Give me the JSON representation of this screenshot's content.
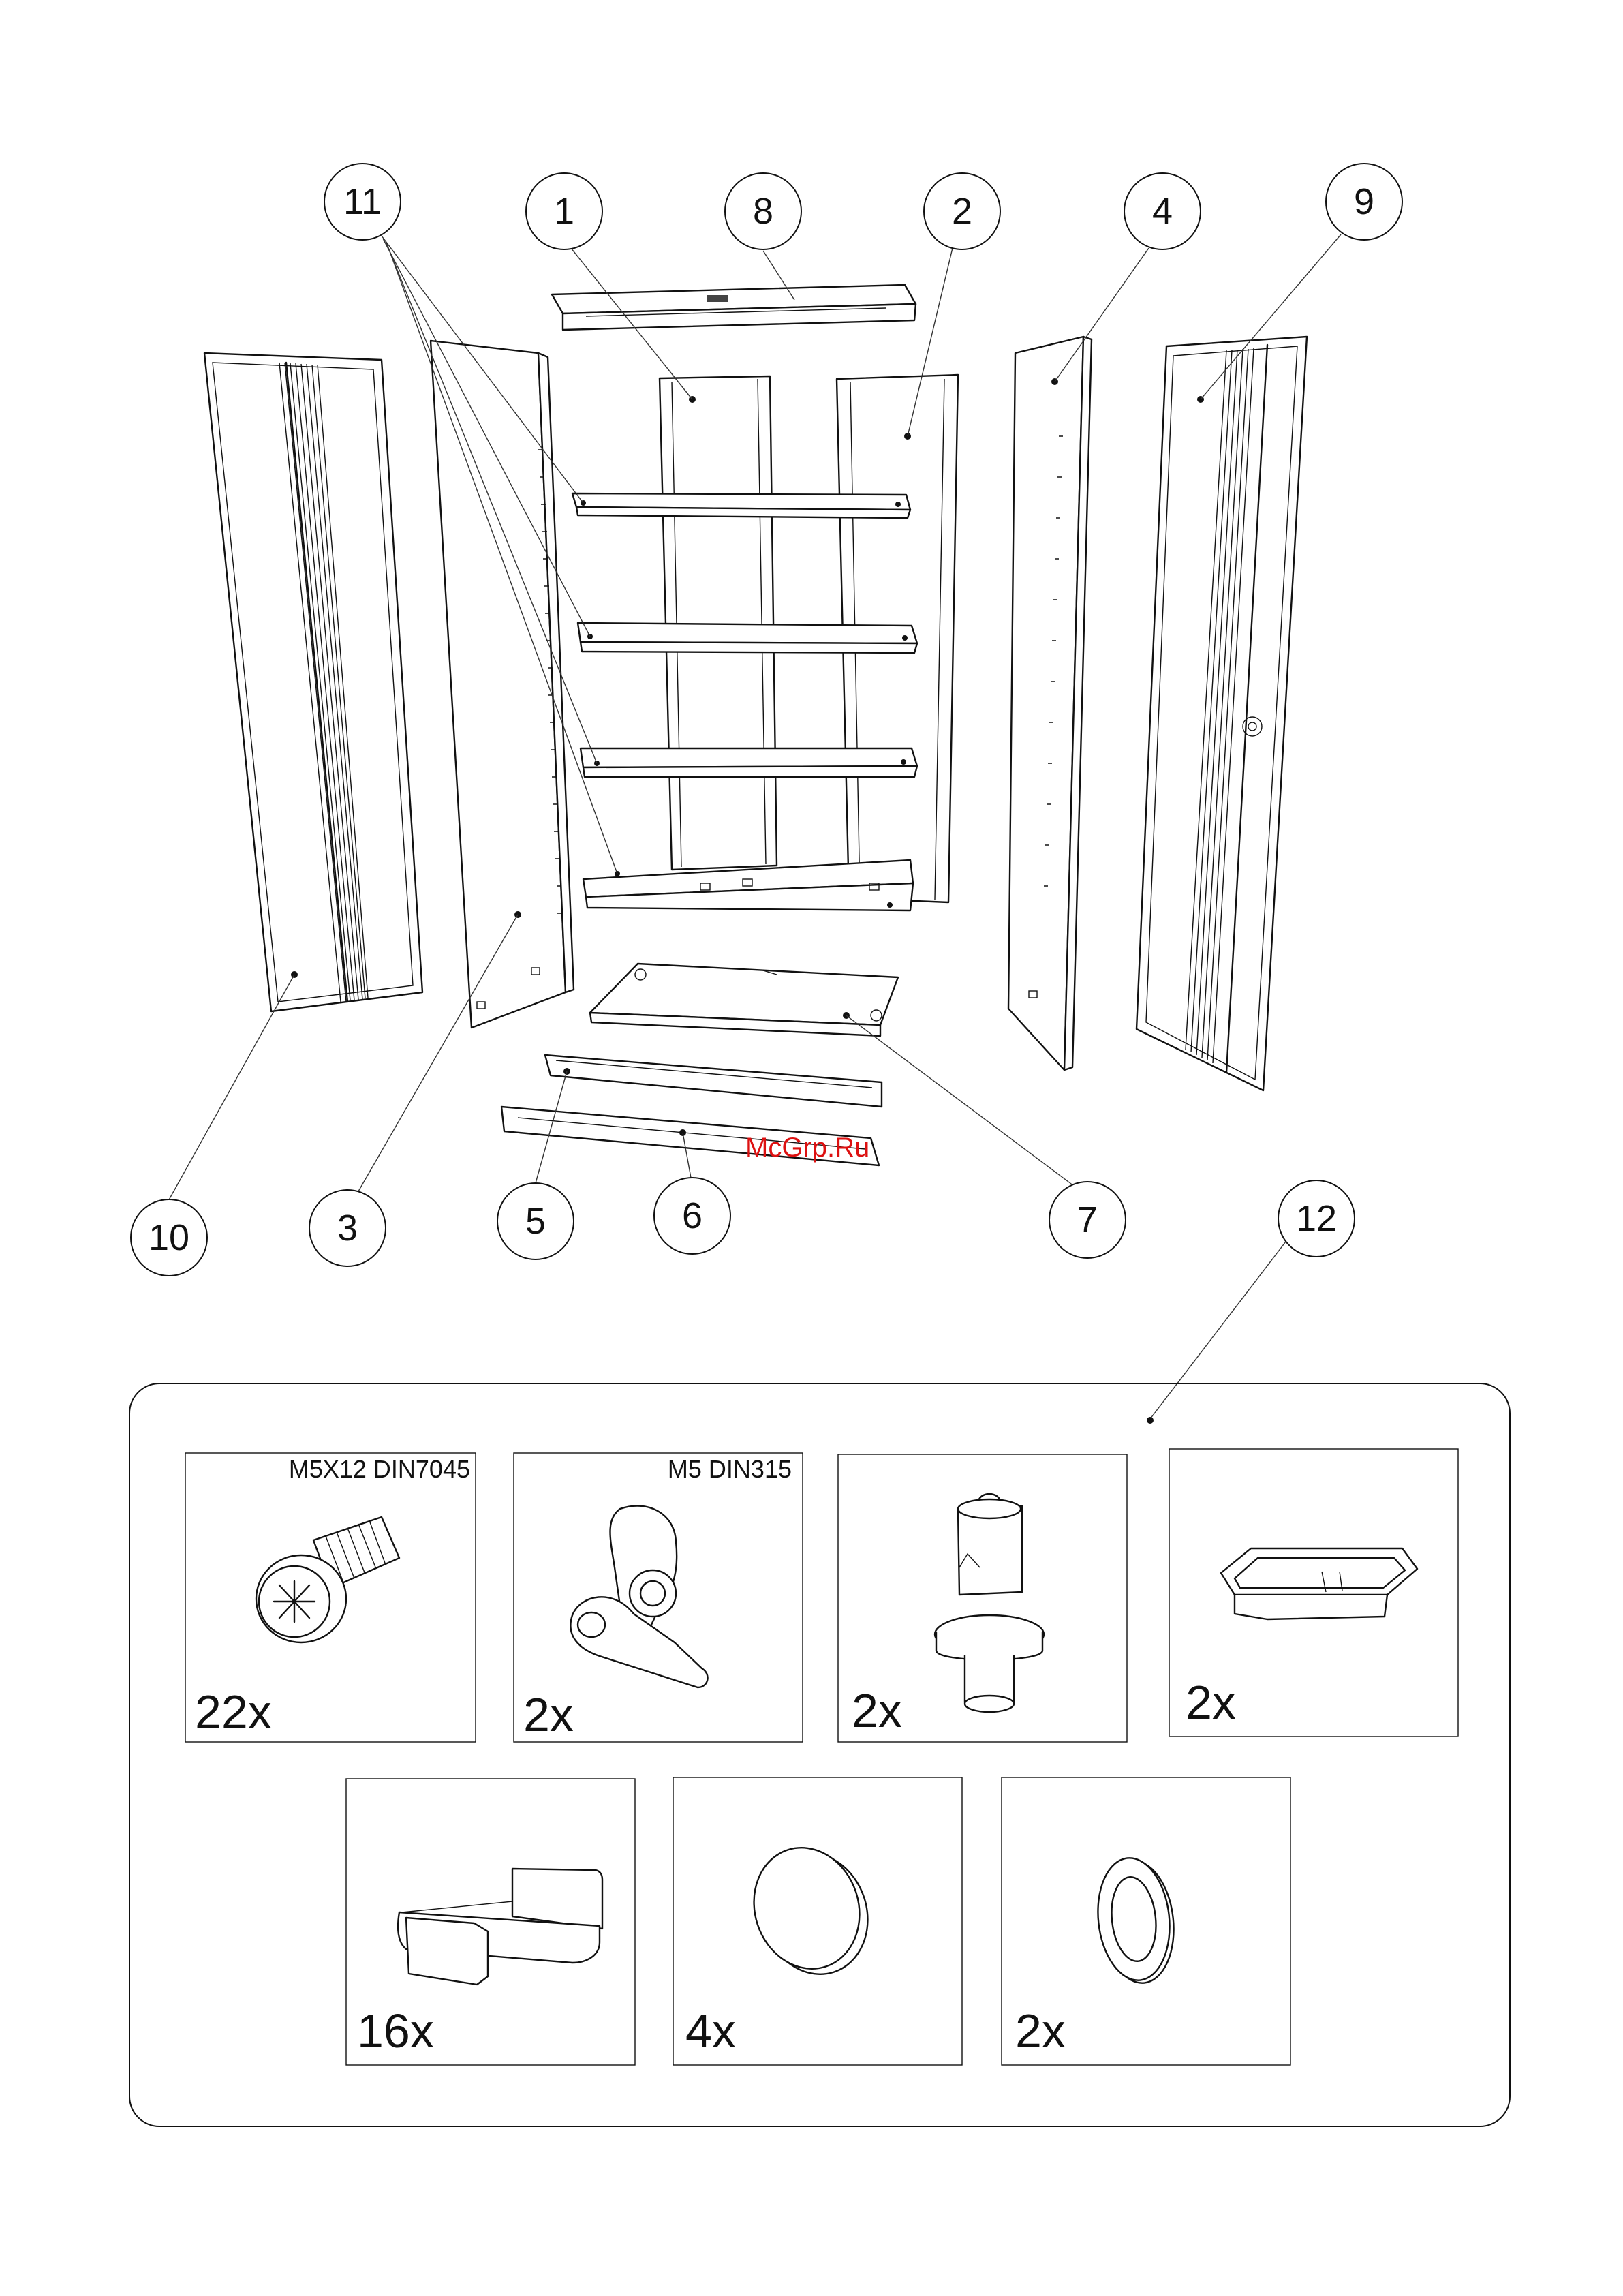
{
  "callouts": [
    "11",
    "1",
    "8",
    "2",
    "4",
    "9",
    "10",
    "3",
    "5",
    "6",
    "7",
    "12"
  ],
  "parts": [
    {
      "quantity": "22x",
      "spec": "M5X12 DIN7045",
      "icon": "pan-head-screw-icon"
    },
    {
      "quantity": "2x",
      "spec": "M5 DIN315",
      "icon": "wing-nut-icon"
    },
    {
      "quantity": "2x",
      "spec": "",
      "icon": "leveling-foot-icon"
    },
    {
      "quantity": "2x",
      "spec": "",
      "icon": "recessed-handle-icon"
    },
    {
      "quantity": "16x",
      "spec": "",
      "icon": "shelf-clip-icon"
    },
    {
      "quantity": "4x",
      "spec": "",
      "icon": "round-pad-icon"
    },
    {
      "quantity": "2x",
      "spec": "",
      "icon": "washer-ring-icon"
    }
  ],
  "watermark": "McGrp.Ru",
  "colors": {
    "line": "#111111",
    "watermark": "#dd1111",
    "background": "#ffffff"
  }
}
